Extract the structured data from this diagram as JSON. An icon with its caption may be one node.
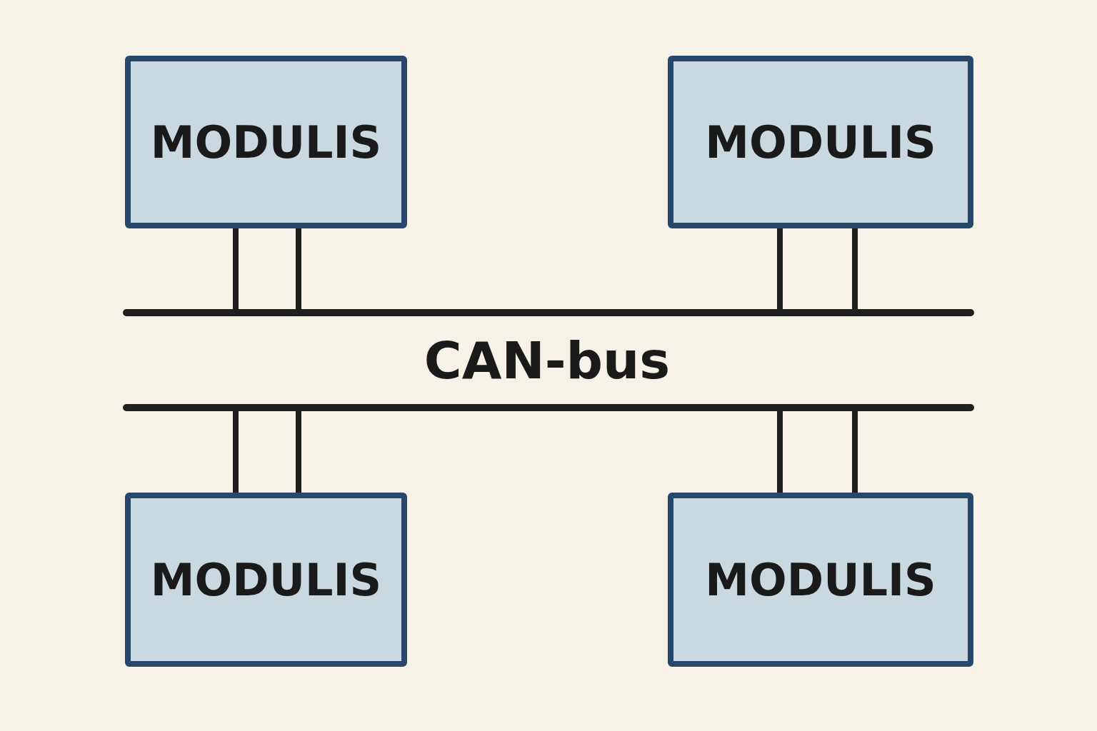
{
  "diagram": {
    "nodes": [
      {
        "text": [
          "MODULIS"
        ]
      },
      {
        "text": [
          "MODULIS"
        ]
      },
      {
        "text": [],
        "shape": "bar"
      },
      {
        "text": [],
        "shape": "bar"
      },
      {
        "text": [
          "MODULIS"
        ]
      },
      {
        "text": [
          "MODULIS"
        ]
      }
    ],
    "edges": [
      {
        "from": 0,
        "to": 2,
        "arrow": "none"
      },
      {
        "from": 0,
        "to": 2,
        "arrow": "none"
      },
      {
        "from": 1,
        "to": 2,
        "arrow": "none"
      },
      {
        "from": 1,
        "to": 2,
        "arrow": "none"
      },
      {
        "from": 4,
        "to": 3,
        "arrow": "none"
      },
      {
        "from": 4,
        "to": 3,
        "arrow": "none"
      },
      {
        "from": 5,
        "to": 3,
        "arrow": "none"
      },
      {
        "from": 5,
        "to": 3,
        "arrow": "none"
      }
    ],
    "labels": [
      "CAN-bus"
    ]
  }
}
